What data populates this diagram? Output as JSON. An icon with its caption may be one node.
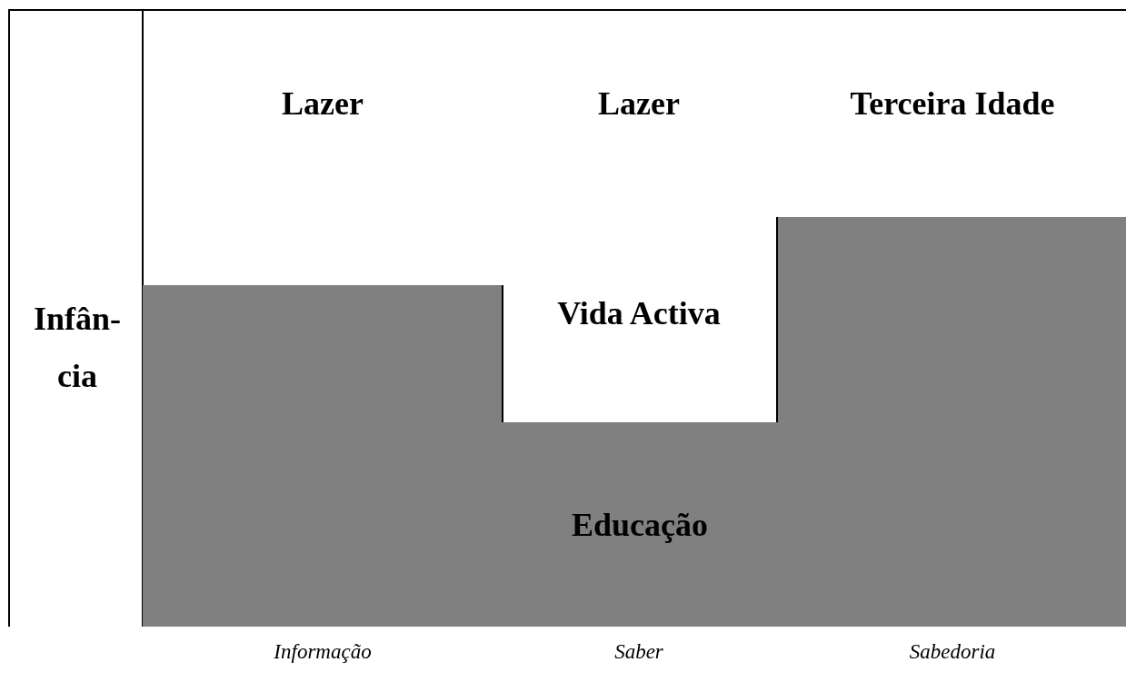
{
  "diagram": {
    "nodes": [
      {
        "text": [],
        "shape": "box"
      },
      {
        "text": [
          "Educação"
        ]
      },
      {
        "text": [],
        "shape": "box"
      }
    ],
    "labels": [
      "Lazer",
      "Lazer",
      "Terceira Idade",
      "Infân- cia",
      "Vida Activa",
      "Informação",
      "Saber",
      "Sabedoria"
    ]
  }
}
